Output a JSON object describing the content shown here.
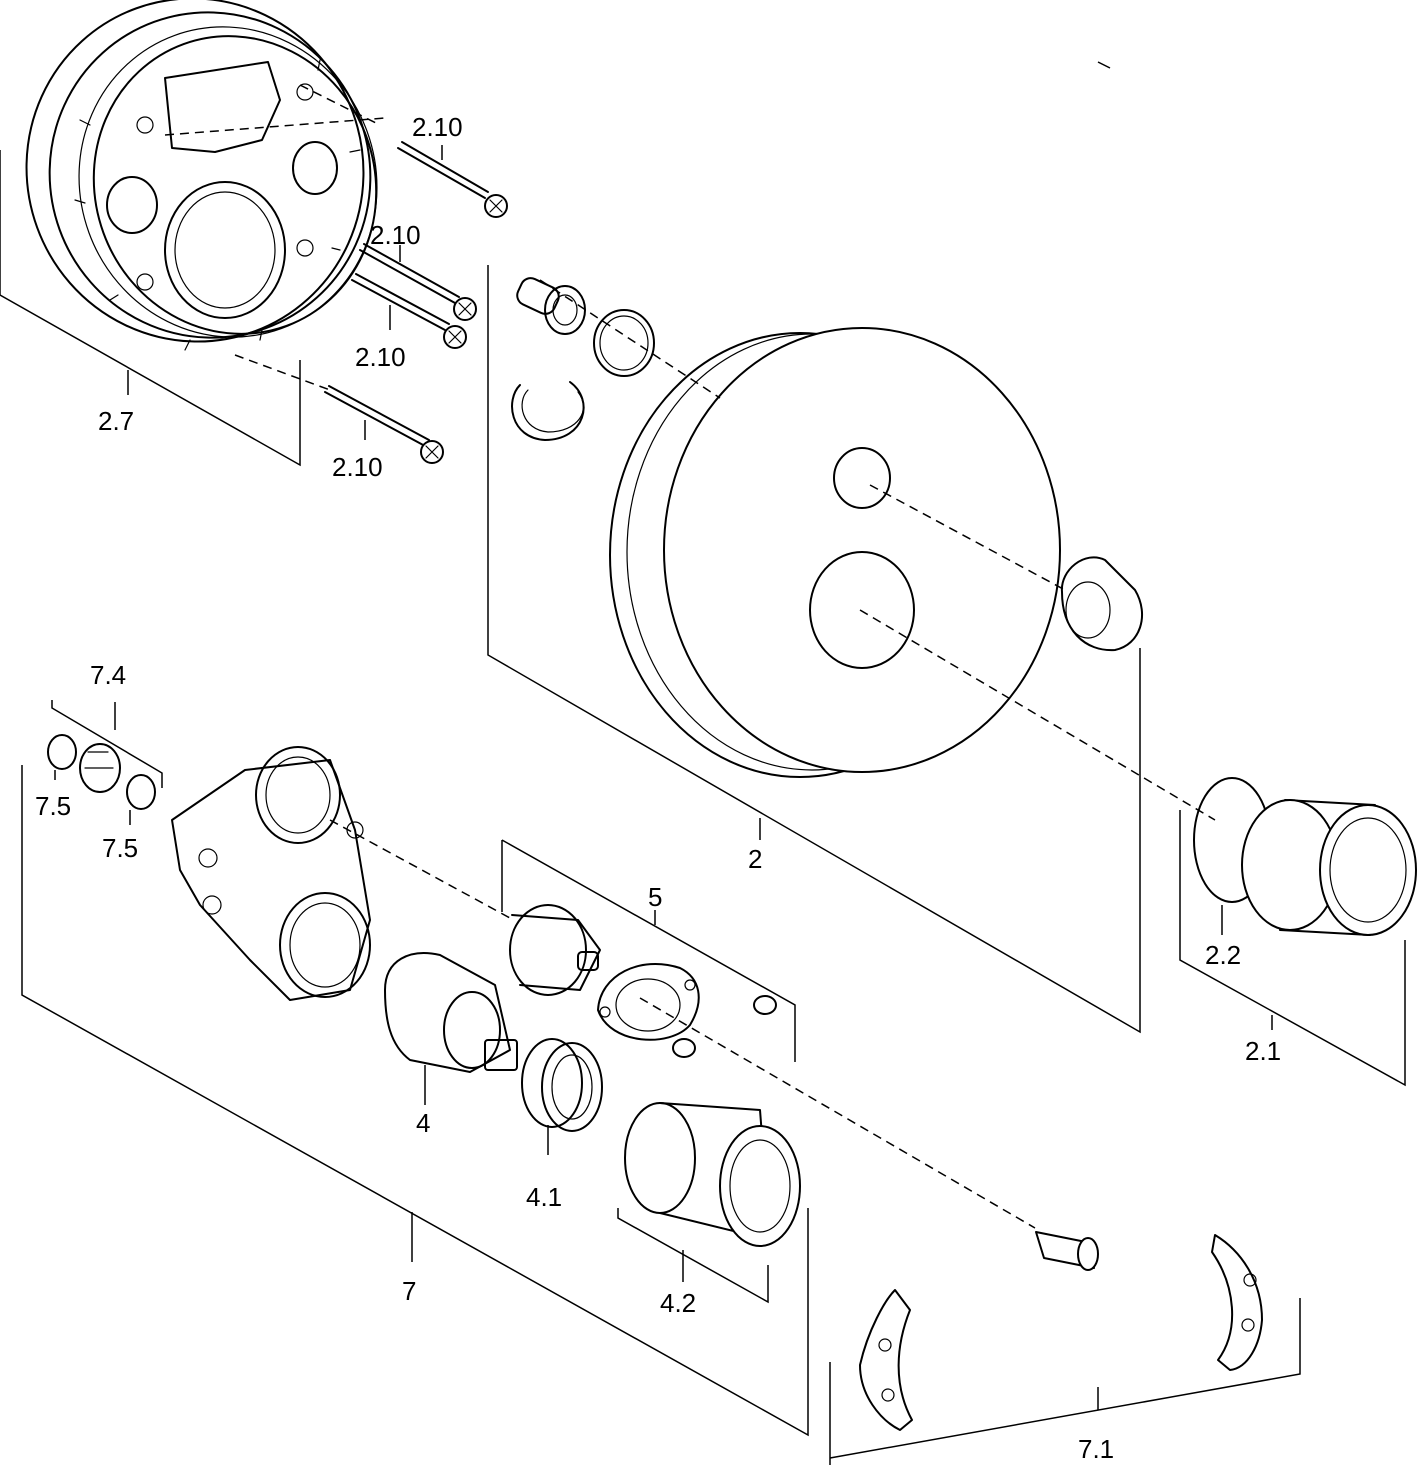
{
  "labels": {
    "l2_10a": "2.10",
    "l2_10b": "2.10",
    "l2_10c": "2.10",
    "l2_10d": "2.10",
    "l2_7": "2.7",
    "l2": "2",
    "l2_1": "2.1",
    "l2_2": "2.2",
    "l7_4": "7.4",
    "l7_5a": "7.5",
    "l7_5b": "7.5",
    "l5": "5",
    "l4": "4",
    "l4_1": "4.1",
    "l4_2": "4.2",
    "l7": "7",
    "l7_1": "7.1"
  }
}
